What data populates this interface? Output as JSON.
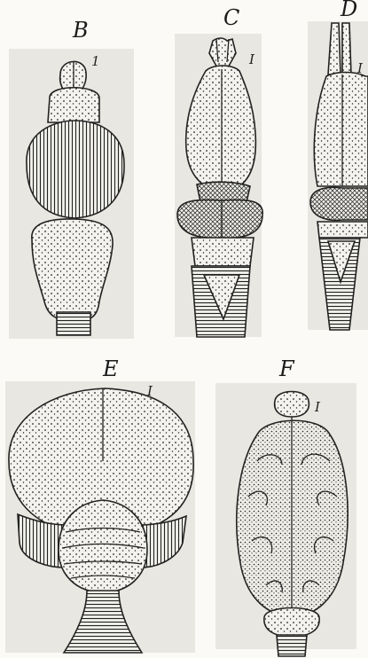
{
  "figure": {
    "panels": [
      {
        "id": "B",
        "letter": "B",
        "label": "1"
      },
      {
        "id": "C",
        "letter": "C",
        "label": "I"
      },
      {
        "id": "D",
        "letter": "D",
        "label": "I"
      },
      {
        "id": "E",
        "letter": "E",
        "label": "I"
      },
      {
        "id": "F",
        "letter": "F",
        "label": "I"
      }
    ]
  }
}
